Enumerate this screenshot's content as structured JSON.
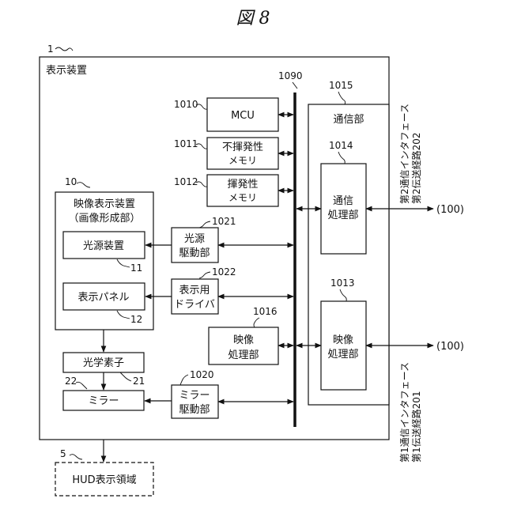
{
  "figure_title": "図 8",
  "refs": {
    "r1": "1",
    "r1090": "1090",
    "r1015": "1015",
    "r1010": "1010",
    "r1011": "1011",
    "r1012": "1012",
    "r1014": "1014",
    "r10": "10",
    "r1021": "1021",
    "r1022": "1022",
    "r11": "11",
    "r12": "12",
    "r1016": "1016",
    "r1013": "1013",
    "r1020": "1020",
    "r22": "22",
    "r21": "21",
    "r5": "5"
  },
  "labels": {
    "display_device": "表示装置",
    "mcu": "MCU",
    "nvm_1": "不揮発性",
    "nvm_2": "メモリ",
    "vm_1": "揮発性",
    "vm_2": "メモリ",
    "comm_unit": "通信部",
    "comm_proc_1": "通信",
    "comm_proc_2": "処理部",
    "video_display_1": "映像表示装置",
    "video_display_2": "（画像形成部）",
    "light_source": "光源装置",
    "display_panel": "表示パネル",
    "ls_driver_1": "光源",
    "ls_driver_2": "駆動部",
    "disp_driver_1": "表示用",
    "disp_driver_2": "ドライバ",
    "video_proc_a_1": "映像",
    "video_proc_a_2": "処理部",
    "video_proc_b_1": "映像",
    "video_proc_b_2": "処理部",
    "optical_element": "光学素子",
    "mirror": "ミラー",
    "mirror_driver_1": "ミラー",
    "mirror_driver_2": "駆動部",
    "hud_area": "HUD表示領域",
    "ext_100_top": "(100)",
    "ext_100_bottom": "(100)",
    "iface2_line1": "第2通信インタフェース",
    "iface2_line2": "第2伝送経路202",
    "iface1_line1": "第1通信インタフェース",
    "iface1_line2": "第1伝送経路201"
  }
}
